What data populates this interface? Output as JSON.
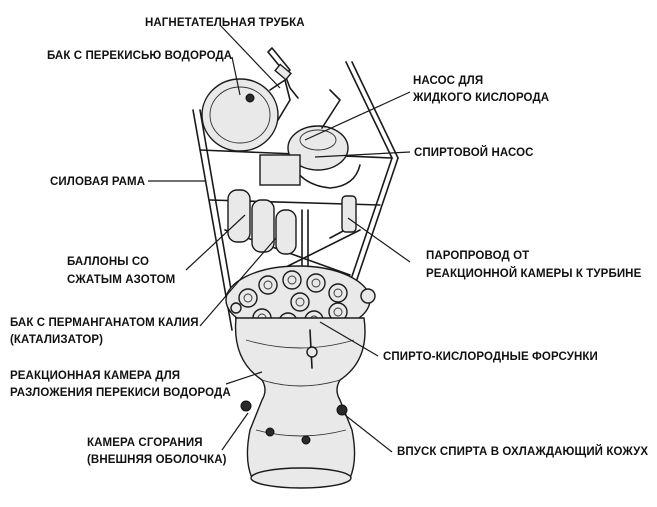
{
  "labels": {
    "pressure_tube": "НАГНЕТАТЕЛЬНАЯ ТРУБКА",
    "hydrogen_peroxide_tank": "БАК С ПЕРЕКИСЬЮ ВОДОРОДА",
    "lox_pump_line1": "НАСОС ДЛЯ",
    "lox_pump_line2": "ЖИДКОГО КИСЛОРОДА",
    "alcohol_pump": "СПИРТОВОЙ НАСОС",
    "power_frame": "СИЛОВАЯ РАМА",
    "nitrogen_bottles_line1": "БАЛЛОНЫ СО",
    "nitrogen_bottles_line2": "СЖАТЫМ АЗОТОМ",
    "steam_line_line1": "ПАРОПРОВОД ОТ",
    "steam_line_line2": "РЕАКЦИОННОЙ КАМЕРЫ К ТУРБИНЕ",
    "permanganate_tank_line1": "БАК С ПЕРМАНГАНАТОМ КАЛИЯ",
    "permanganate_tank_line2": "(КАТАЛИЗАТОР)",
    "injectors": "СПИРТО-КИСЛОРОДНЫЕ ФОРСУНКИ",
    "reaction_chamber_line1": "РЕАКЦИОННАЯ КАМЕРА ДЛЯ",
    "reaction_chamber_line2": "РАЗЛОЖЕНИЯ ПЕРЕКИСИ ВОДОРОДА",
    "combustion_chamber_line1": "КАМЕРА СГОРАНИЯ",
    "combustion_chamber_line2": "(ВНЕШНЯЯ ОБОЛОЧКА)",
    "alcohol_inlet": "ВПУСК СПИРТА В ОХЛАЖДАЮЩИЙ КОЖУХ"
  }
}
